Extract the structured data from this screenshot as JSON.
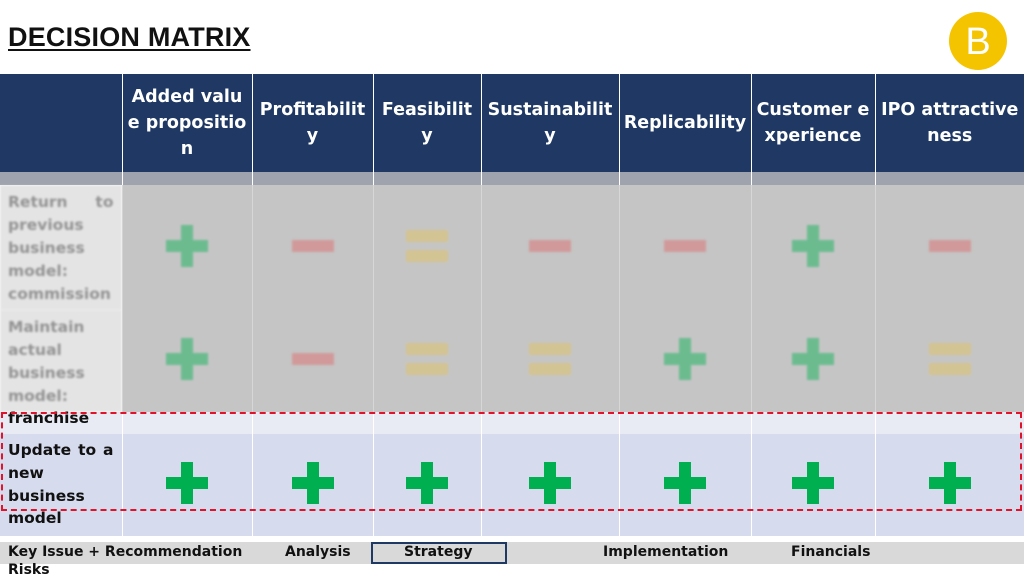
{
  "title": "DECISION MATRIX",
  "logo": {
    "letter": "B",
    "color": "#f5c400"
  },
  "columns": [
    "Added value proposition",
    "Profitability",
    "Feasibility",
    "Sustainability",
    "Replicability",
    "Customer experience",
    "IPO attractiveness"
  ],
  "rows": [
    {
      "label": "Return to previous business model: commission",
      "ratings": [
        "plus",
        "minus",
        "equal",
        "minus",
        "minus",
        "plus",
        "minus"
      ],
      "faded": true
    },
    {
      "label_visible": "Maintain actual business model:",
      "label_overflow": "franchise",
      "ratings": [
        "plus",
        "minus",
        "equal",
        "equal",
        "plus",
        "plus",
        "equal"
      ],
      "faded": true
    },
    {
      "label_visible": "Update to a new business",
      "label_overflow": "model",
      "ratings": [
        "plus",
        "plus",
        "plus",
        "plus",
        "plus",
        "plus",
        "plus"
      ],
      "faded": false,
      "highlighted": true
    }
  ],
  "colors": {
    "header": "#1f3864",
    "plus": "#00b050",
    "minus": "#e06666",
    "equal": "#e6c35a",
    "highlight": "#e3122b"
  },
  "nav": {
    "items": [
      "Key Issue + Recommendation",
      "Analysis",
      "Strategy",
      "Implementation",
      "Financials"
    ],
    "overflow": "Risks",
    "active": "Strategy"
  }
}
